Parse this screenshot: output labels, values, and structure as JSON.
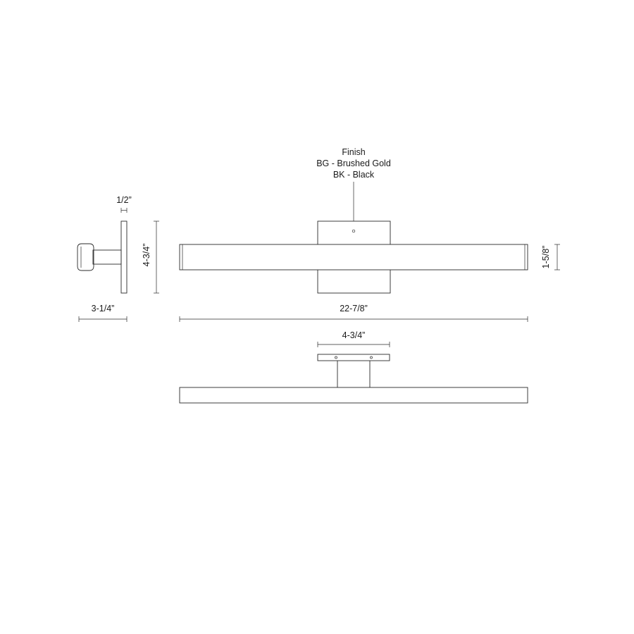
{
  "finish": {
    "heading": "Finish",
    "options": [
      "BG - Brushed Gold",
      "BK - Black"
    ]
  },
  "dimensions": {
    "backplate_thickness": "1/2”",
    "overall_height": "4-3/4”",
    "overall_depth": "3-1/4”",
    "overall_width": "22-7/8”",
    "bar_height": "1-5/8”",
    "backplate_width": "4-3/4”"
  },
  "colors": {
    "line": "#2a2a2a",
    "text": "#1a1a1a",
    "background": "#ffffff"
  }
}
